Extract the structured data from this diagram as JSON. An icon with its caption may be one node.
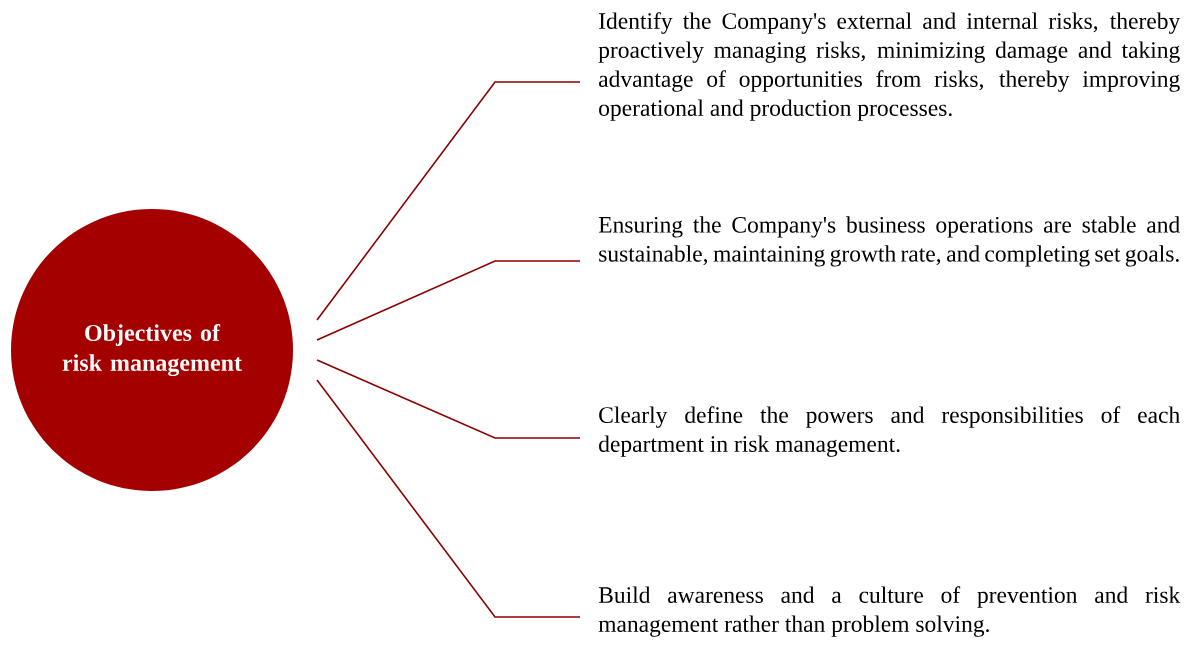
{
  "diagram": {
    "nodes": [
      {
        "text": [
          "Objectives of risk management"
        ]
      },
      {
        "text": [
          "Identify the Company's external and internal risks, thereby proactively managing risks, minimizing damage and taking advantage of opportunities from risks, thereby improving operational and production processes."
        ]
      },
      {
        "text": [
          "Ensuring the Company's business operations are stable and sustainable, maintaining growth rate, and completing set goals."
        ]
      },
      {
        "text": [
          "Clearly define the powers and responsibilities of each department in risk management."
        ]
      },
      {
        "text": [
          "Build awareness and a culture of prevention and risk management rather than problem solving."
        ]
      }
    ],
    "edges": [
      {
        "from": 0,
        "to": 1,
        "arrow": "none"
      },
      {
        "from": 0,
        "to": 2,
        "arrow": "none"
      },
      {
        "from": 0,
        "to": 3,
        "arrow": "none"
      },
      {
        "from": 0,
        "to": 4,
        "arrow": "none"
      }
    ]
  }
}
